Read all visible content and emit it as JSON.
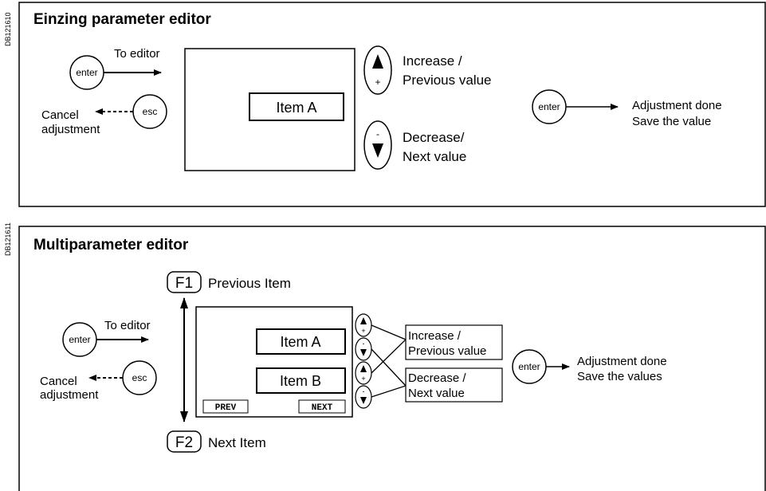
{
  "panel1": {
    "code": "DB121610",
    "title": "Einzing parameter editor",
    "enter_button": "enter",
    "to_editor": "To editor",
    "esc_button": "esc",
    "cancel_line1": "Cancel",
    "cancel_line2": "adjustment",
    "item": "Item A",
    "increase_sign": "+",
    "increase_line1": "Increase /",
    "increase_line2": "Previous value",
    "decrease_sign": "-",
    "decrease_line1": "Decrease/",
    "decrease_line2": "Next value",
    "save_enter_button": "enter",
    "done_line1": "Adjustment done",
    "done_line2": "Save the value"
  },
  "panel2": {
    "code": "DB121611",
    "title": "Multiparameter editor",
    "f1_key": "F1",
    "f1_label": "Previous Item",
    "f2_key": "F2",
    "f2_label": "Next Item",
    "enter_button": "enter",
    "to_editor": "To editor",
    "esc_button": "esc",
    "cancel_line1": "Cancel",
    "cancel_line2": "adjustment",
    "item_a": "Item A",
    "item_b": "Item B",
    "prev_softkey": "PREV",
    "next_softkey": "NEXT",
    "plus_sign": "+",
    "minus_sign": "-",
    "increase_line1": "Increase /",
    "increase_line2": "Previous value",
    "decrease_line1": "Decrease /",
    "decrease_line2": "Next value",
    "save_enter_button": "enter",
    "done_line1": "Adjustment done",
    "done_line2": "Save the values"
  }
}
